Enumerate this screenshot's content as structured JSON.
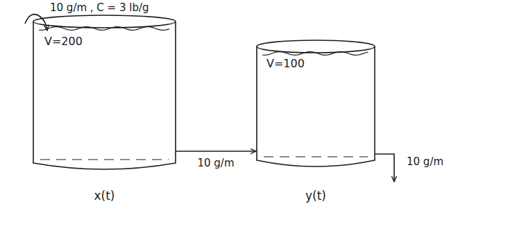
{
  "diagram": {
    "nodes": [
      {
        "text": [
          "V=200",
          "x(t)"
        ]
      },
      {
        "text": [
          "V=100",
          "y(t)"
        ]
      }
    ],
    "edges": [
      {
        "from": 0,
        "to": 1,
        "arrow": "to",
        "label": "10 g/m"
      }
    ],
    "labels": [
      "10 g/m , C = 3 lb/g",
      "10 g/m"
    ]
  }
}
